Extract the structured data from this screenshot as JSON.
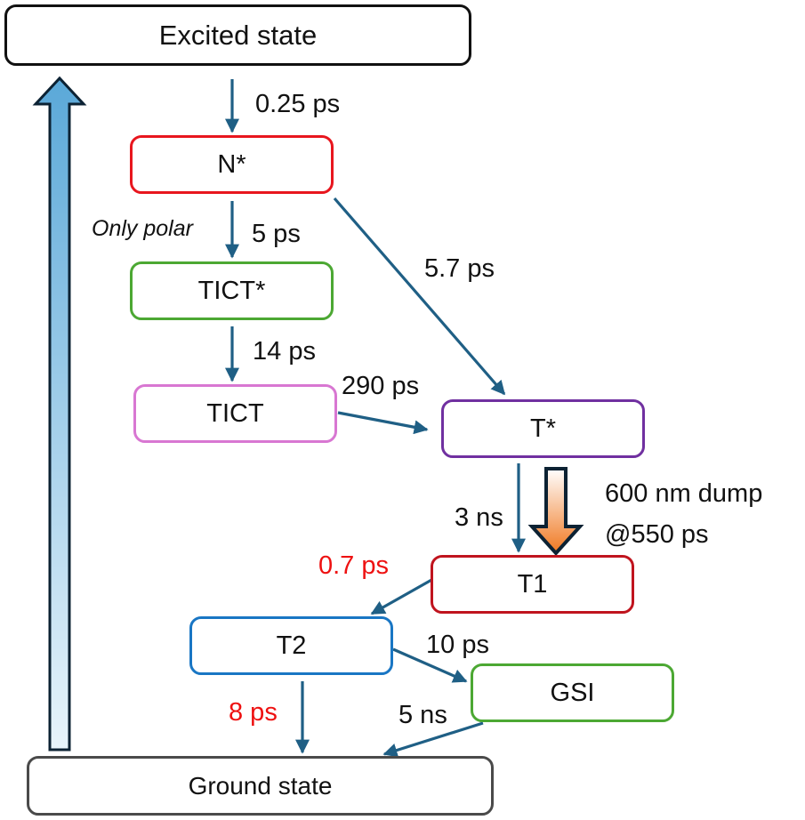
{
  "states": {
    "excited": "Excited state",
    "n_star": "N*",
    "tict_star": "TICT*",
    "tict": "TICT",
    "t_star": "T*",
    "t1": "T1",
    "t2": "T2",
    "gsi": "GSI",
    "ground": "Ground state"
  },
  "labels": {
    "excited_to_n": "0.25 ps",
    "only_polar": "Only polar",
    "n_to_tict_star": "5 ps",
    "n_to_t_star": "5.7 ps",
    "tict_star_to_tict": "14 ps",
    "tict_to_t_star": "290 ps",
    "t_star_to_t1": "3 ns",
    "dump_line1": "600 nm dump",
    "dump_line2": "@550 ps",
    "t1_to_t2": "0.7 ps",
    "t2_to_gsi": "10 ps",
    "t2_to_ground": "8 ps",
    "gsi_to_ground": "5 ns"
  },
  "colors": {
    "arrow": "#1f5f85",
    "red_label": "#ee1111",
    "excited_border": "#111111",
    "n_star_border": "#e8161e",
    "tict_star_border": "#4ca833",
    "tict_border": "#d877d2",
    "t_star_border": "#7030a0",
    "t1_border": "#c0141e",
    "t2_border": "#1976c4",
    "gsi_border": "#4ca833",
    "ground_border": "#4a4a4a",
    "excitation_arrow_top": "#5aa8d8",
    "excitation_arrow_bottom": "#e8f4fb",
    "dump_arrow_top": "#ffffff",
    "dump_arrow_bottom": "#f07820"
  }
}
